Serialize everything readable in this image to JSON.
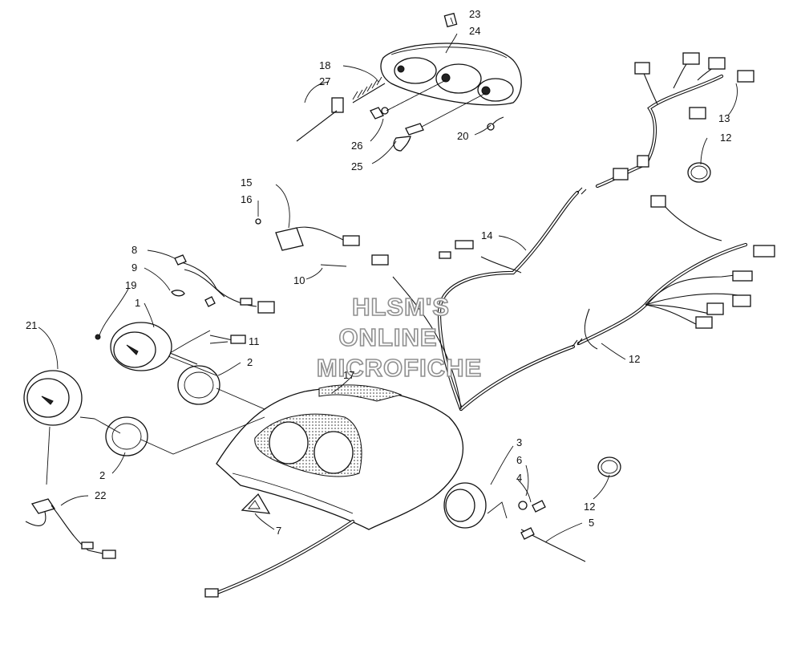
{
  "watermark": {
    "line1": "HLSM'S",
    "line2": "ONLINE",
    "line3": "MICROFICHE"
  },
  "callouts": [
    {
      "id": "c23",
      "label": "23"
    },
    {
      "id": "c24",
      "label": "24"
    },
    {
      "id": "c18",
      "label": "18"
    },
    {
      "id": "c27",
      "label": "27"
    },
    {
      "id": "c26",
      "label": "26"
    },
    {
      "id": "c25",
      "label": "25"
    },
    {
      "id": "c20",
      "label": "20"
    },
    {
      "id": "c13",
      "label": "13"
    },
    {
      "id": "c12a",
      "label": "12"
    },
    {
      "id": "c15",
      "label": "15"
    },
    {
      "id": "c16",
      "label": "16"
    },
    {
      "id": "c10",
      "label": "10"
    },
    {
      "id": "c14",
      "label": "14"
    },
    {
      "id": "c8",
      "label": "8"
    },
    {
      "id": "c9",
      "label": "9"
    },
    {
      "id": "c19",
      "label": "19"
    },
    {
      "id": "c1",
      "label": "1"
    },
    {
      "id": "c11",
      "label": "11"
    },
    {
      "id": "c2a",
      "label": "2"
    },
    {
      "id": "c21",
      "label": "21"
    },
    {
      "id": "c17",
      "label": "17"
    },
    {
      "id": "c12b",
      "label": "12"
    },
    {
      "id": "c2b",
      "label": "2"
    },
    {
      "id": "c22",
      "label": "22"
    },
    {
      "id": "c3",
      "label": "3"
    },
    {
      "id": "c6",
      "label": "6"
    },
    {
      "id": "c4",
      "label": "4"
    },
    {
      "id": "c12c",
      "label": "12"
    },
    {
      "id": "c5",
      "label": "5"
    },
    {
      "id": "c7",
      "label": "7"
    }
  ]
}
